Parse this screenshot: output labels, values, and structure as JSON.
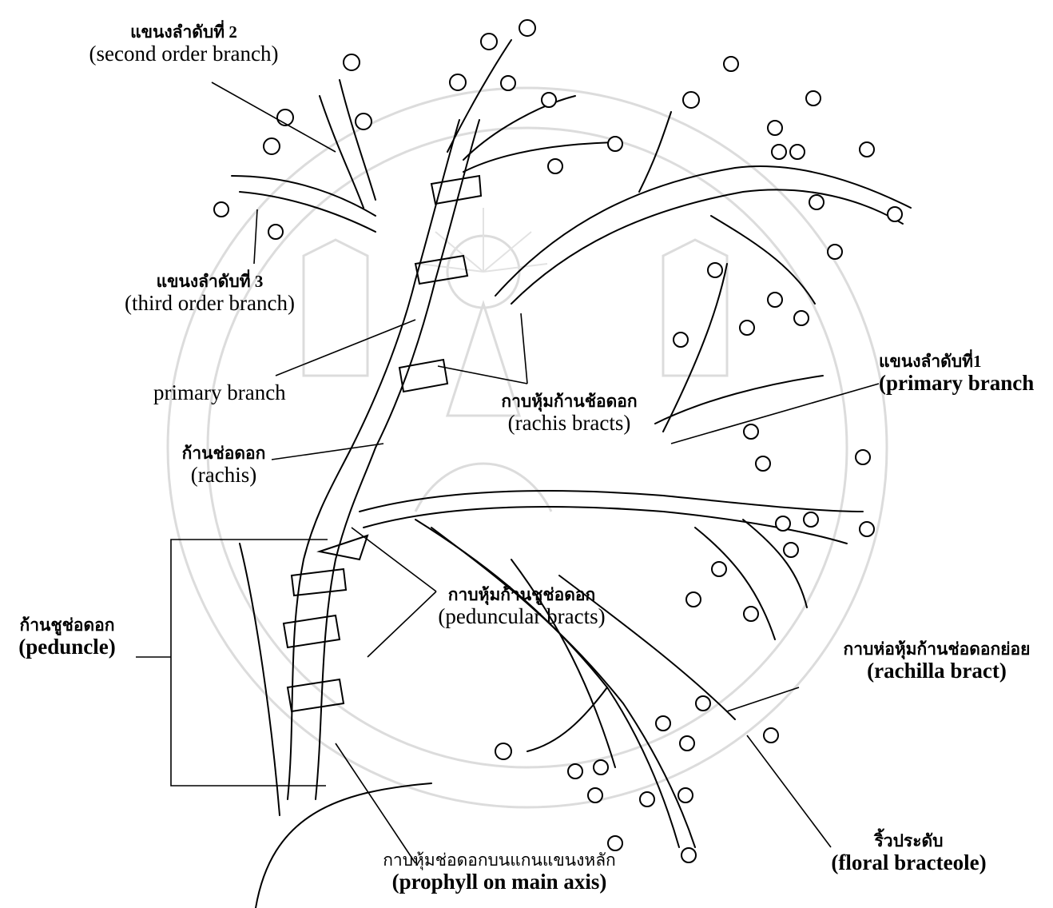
{
  "labels": {
    "second_order": {
      "thai": "แขนงลำดับที่ 2",
      "english": "(second order branch)"
    },
    "third_order": {
      "thai": "แขนงลำดับที่ 3",
      "english": "(third order branch)"
    },
    "primary_branch_left": {
      "english": "primary branch"
    },
    "rachis": {
      "thai": "ก้านช่อดอก",
      "english": "(rachis)"
    },
    "rachis_bracts": {
      "thai": "กาบหุ้มก้านช้อดอก",
      "english": "(rachis bracts)"
    },
    "primary_branch_right": {
      "thai": "แขนงลำดับที่1",
      "english": "(primary branch"
    },
    "peduncle": {
      "thai": "ก้านชูช่อดอก",
      "english": "(peduncle)"
    },
    "peduncular_bracts": {
      "thai": "กาบหุ้มก้านชูช่อดอก",
      "english": "(peduncular bracts)"
    },
    "rachilla_bract": {
      "thai": "กาบห่อหุ้มก้านช่อดอกย่อย",
      "english": "(rachilla bract)"
    },
    "floral_bracteole": {
      "thai": "ริ้วประดับ",
      "english": "(floral bracteole)"
    },
    "prophyll": {
      "thai": "กาบหุ้มช่อดอกบนแกนแขนงหลัก",
      "english": "(prophyll on main axis)"
    }
  },
  "colors": {
    "ink": "#000000",
    "watermark": "#d9d9d9"
  }
}
